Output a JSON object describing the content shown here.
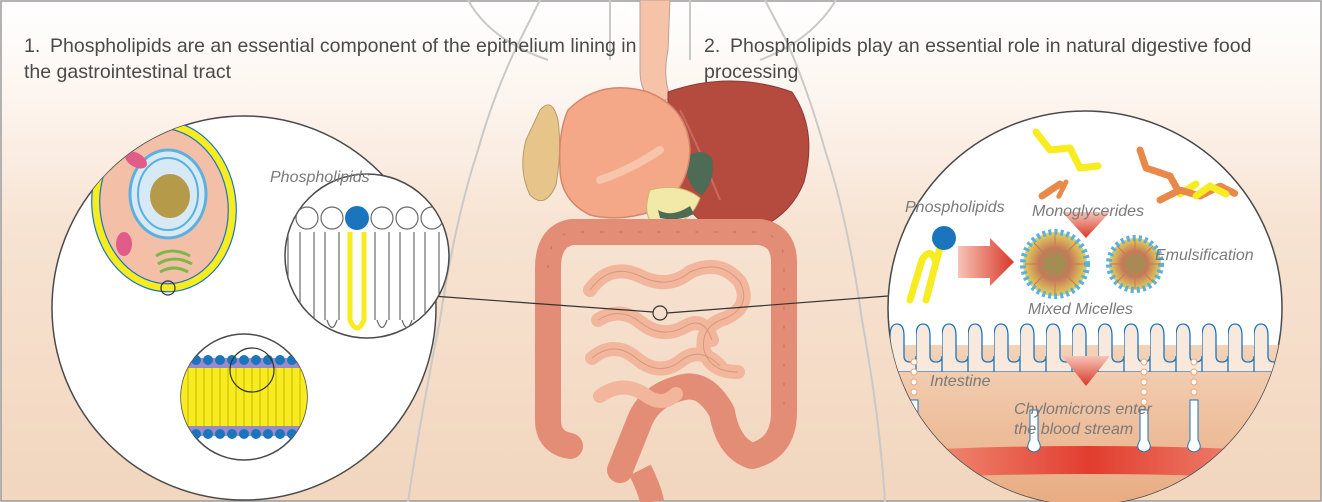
{
  "captions": [
    {
      "number": "1.",
      "text": "Phospholipids are an essential component of the epithelium lining in the gastrointestinal tract"
    },
    {
      "number": "2.",
      "text": "Phospholipids play an essential role in natural digestive food processing"
    }
  ],
  "labels": {
    "left_phospholipids": "Phospholipids",
    "monoglycerides": "Monoglycerides",
    "right_phospholipids": "Phospholipids",
    "emulsification": "Emulsification",
    "mixed_micelles": "Mixed Micelles",
    "intestine": "Intestine",
    "chylomicrons_line1": "Chylomicrons enter",
    "chylomicrons_line2": "the blood stream"
  },
  "colors": {
    "background_gradient": [
      "#ffffff",
      "#f4dcc8"
    ],
    "phospholipid_head": "#1a75bc",
    "phospholipid_tail": "#f6ec1f",
    "arrow": "#d9382a",
    "text": "#4a4a4a",
    "label_text": "#7a7a7a"
  }
}
